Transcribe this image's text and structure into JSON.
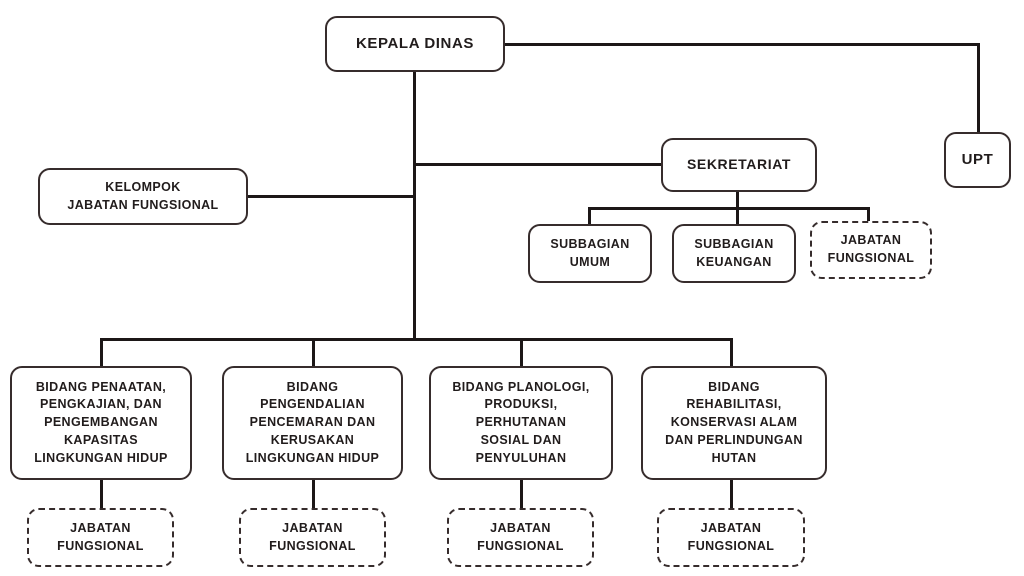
{
  "chart_title": "",
  "colors": {
    "background": "#ffffff",
    "box_border": "#362c2c",
    "connector": "#1c1717",
    "text": "#211c1c"
  },
  "nodes": {
    "kepala_dinas": {
      "label": "KEPALA DINAS"
    },
    "upt": {
      "label": "UPT"
    },
    "sekretariat": {
      "label": "SEKRETARIAT"
    },
    "kelompok_jabatan_fungsional": {
      "lines": [
        "KELOMPOK",
        "JABATAN FUNGSIONAL"
      ]
    },
    "subbagian_umum": {
      "lines": [
        "SUBBAGIAN",
        "UMUM"
      ]
    },
    "subbagian_keuangan": {
      "lines": [
        "SUBBAGIAN",
        "KEUANGAN"
      ]
    },
    "jabatan_fungsional_sekretariat": {
      "lines": [
        "JABATAN",
        "FUNGSIONAL"
      ]
    },
    "bidang_1": {
      "lines": [
        "BIDANG PENAATAN,",
        "PENGKAJIAN, DAN",
        "PENGEMBANGAN",
        "KAPASITAS",
        "LINGKUNGAN HIDUP"
      ]
    },
    "bidang_2": {
      "lines": [
        "BIDANG",
        "PENGENDALIAN",
        "PENCEMARAN DAN",
        "KERUSAKAN",
        "LINGKUNGAN HIDUP"
      ]
    },
    "bidang_3": {
      "lines": [
        "BIDANG PLANOLOGI,",
        "PRODUKSI,",
        "PERHUTANAN",
        "SOSIAL DAN",
        "PENYULUHAN"
      ]
    },
    "bidang_4": {
      "lines": [
        "BIDANG",
        "REHABILITASI,",
        "KONSERVASI ALAM",
        "DAN PERLINDUNGAN",
        "HUTAN"
      ]
    },
    "jabatan_fungsional_bidang_1": {
      "lines": [
        "JABATAN",
        "FUNGSIONAL"
      ]
    },
    "jabatan_fungsional_bidang_2": {
      "lines": [
        "JABATAN",
        "FUNGSIONAL"
      ]
    },
    "jabatan_fungsional_bidang_3": {
      "lines": [
        "JABATAN",
        "FUNGSIONAL"
      ]
    },
    "jabatan_fungsional_bidang_4": {
      "lines": [
        "JABATAN",
        "FUNGSIONAL"
      ]
    }
  }
}
